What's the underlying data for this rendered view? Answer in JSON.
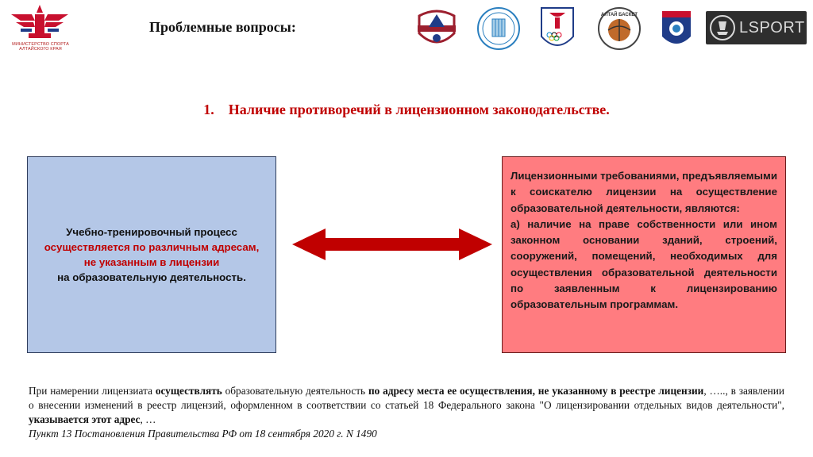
{
  "header": {
    "ministry_caption": "Министерство спорта Алтайского края",
    "title": "Проблемные вопросы:",
    "lsport_logo_text": "LSPORT",
    "altai_basket_text": "АЛТАЙ БАСКЕТ"
  },
  "subtitle": {
    "number": "1.",
    "text": "Наличие противоречий в лицензионном законодательстве."
  },
  "left_box": {
    "part1": "Учебно-тренировочный процесс",
    "part2_red": "осуществляется по различным адресам, не указанным в лицензии",
    "part3": "на образовательную деятельность."
  },
  "right_box": {
    "intro": "Лицензионными требованиями, предъявляемыми к соискателю лицензии на осуществление образовательной деятельности, являются:",
    "item_a": "а) наличие на праве собственности или ином законном основании зданий, строений, сооружений, помещений, необходимых для осуществления образовательной деятельности по заявленным к лицензированию образовательным программам."
  },
  "footer": {
    "s1": "При намерении лицензиата ",
    "b1": "осуществлять",
    "s2": " образовательную деятельность ",
    "b2": "по адресу места ее осуществления, не указанному в реестре лицензии",
    "s3": ", ….., в заявлении о внесении изменений в реестр лицензий, оформленном в соответствии со статьей 18 Федерального закона \"О лицензировании отдельных видов деятельности\", ",
    "b3": "указывается этот адрес",
    "s4": ", …",
    "reference": "Пункт 13 Постановления Правительства РФ от 18 сентября 2020 г. N 1490"
  },
  "colors": {
    "accent_red": "#c00000",
    "left_box_bg": "#b4c7e7",
    "right_box_bg": "#ff7c80",
    "arrow": "#c00000"
  },
  "icons": [
    "ministry-logo-icon",
    "partner-logo-1-icon",
    "partner-logo-2-icon",
    "partner-logo-3-icon",
    "partner-logo-4-icon",
    "partner-logo-5-icon",
    "lsport-logo-icon",
    "double-arrow-icon"
  ]
}
